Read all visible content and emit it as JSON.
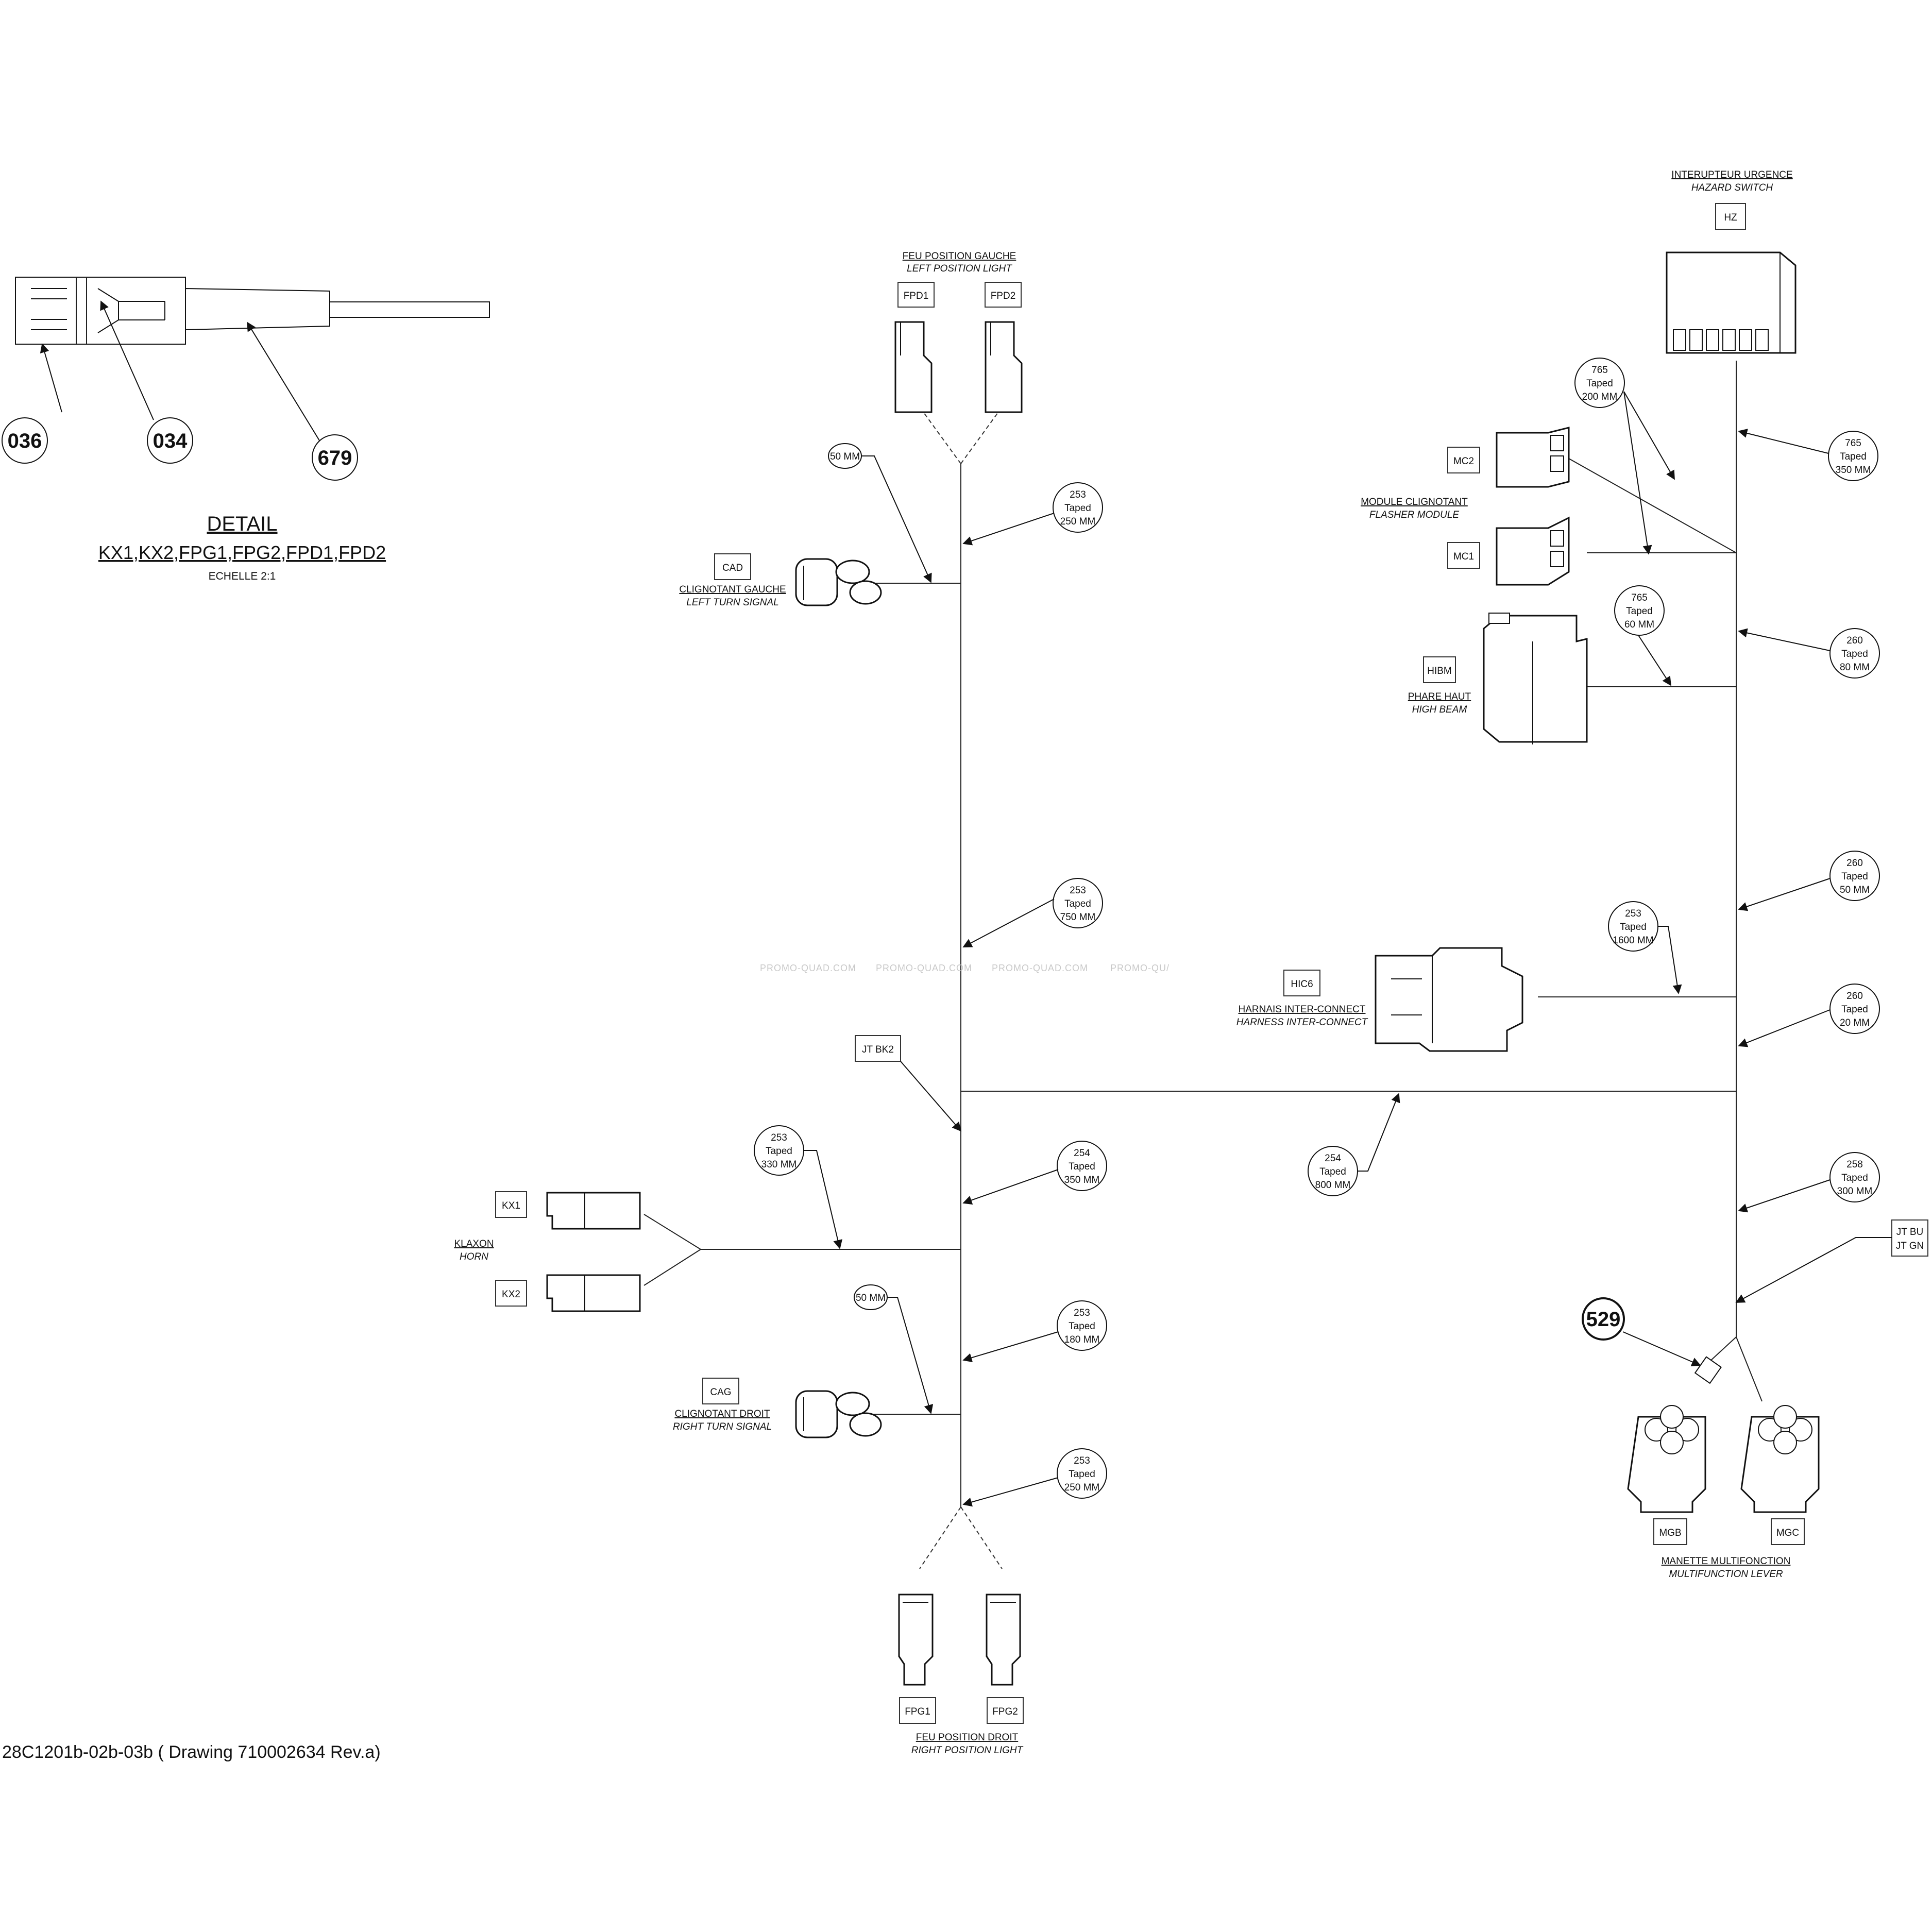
{
  "detail": {
    "title": "DETAIL",
    "items": "KX1,KX2,FPG1,FPG2,FPD1,FPD2",
    "scale": "ECHELLE 2:1",
    "callouts": [
      "036",
      "034",
      "679"
    ]
  },
  "components": {
    "fpd": {
      "title_fr": "FEU POSITION GAUCHE",
      "title_en": "LEFT POSITION LIGHT",
      "id1": "FPD1",
      "id2": "FPD2"
    },
    "cad": {
      "id": "CAD",
      "title_fr": "CLIGNOTANT GAUCHE",
      "title_en": "LEFT TURN SIGNAL"
    },
    "jtbk2": {
      "id": "JT BK2"
    },
    "kx": {
      "id1": "KX1",
      "id2": "KX2",
      "title_fr": "KLAXON",
      "title_en": "HORN"
    },
    "cag": {
      "id": "CAG",
      "title_fr": "CLIGNOTANT DROIT",
      "title_en": "RIGHT TURN SIGNAL"
    },
    "fpg": {
      "id1": "FPG1",
      "id2": "FPG2",
      "title_fr": "FEU POSITION DROIT",
      "title_en": "RIGHT POSITION LIGHT"
    },
    "hz": {
      "title_fr": "INTERUPTEUR URGENCE",
      "title_en": "HAZARD SWITCH",
      "id": "HZ"
    },
    "mc": {
      "id2": "MC2",
      "id1": "MC1",
      "title_fr": "MODULE CLIGNOTANT",
      "title_en": "FLASHER MODULE"
    },
    "hibm": {
      "id": "HIBM",
      "title_fr": "PHARE HAUT",
      "title_en": "HIGH BEAM"
    },
    "hic6": {
      "id": "HIC6",
      "title_fr": "HARNAIS INTER-CONNECT",
      "title_en": "HARNESS INTER-CONNECT"
    },
    "jtbu": {
      "line1": "JT BU",
      "line2": "JT GN"
    },
    "mg": {
      "callout": "529",
      "id_b": "MGB",
      "id_c": "MGC",
      "title_fr": "MANETTE MULTIFONCTION",
      "title_en": "MULTIFUNCTION LEVER"
    }
  },
  "dimensions": {
    "fpd_50": "50 MM",
    "cag_50": "50 MM",
    "l253_250_top": {
      "a": "253",
      "b": "Taped",
      "c": "250 MM"
    },
    "l253_750": {
      "a": "253",
      "b": "Taped",
      "c": "750 MM"
    },
    "l253_330": {
      "a": "253",
      "b": "Taped",
      "c": "330 MM"
    },
    "l254_350": {
      "a": "254",
      "b": "Taped",
      "c": "350 MM"
    },
    "l253_180": {
      "a": "253",
      "b": "Taped",
      "c": "180 MM"
    },
    "l253_250_bot": {
      "a": "253",
      "b": "Taped",
      "c": "250 MM"
    },
    "l254_800": {
      "a": "254",
      "b": "Taped",
      "c": "800 MM"
    },
    "l765_200": {
      "a": "765",
      "b": "Taped",
      "c": "200 MM"
    },
    "l765_350": {
      "a": "765",
      "b": "Taped",
      "c": "350 MM"
    },
    "l765_60": {
      "a": "765",
      "b": "Taped",
      "c": "60 MM"
    },
    "l260_80": {
      "a": "260",
      "b": "Taped",
      "c": "80 MM"
    },
    "l260_50": {
      "a": "260",
      "b": "Taped",
      "c": "50 MM"
    },
    "l253_1600": {
      "a": "253",
      "b": "Taped",
      "c": "1600 MM"
    },
    "l260_20": {
      "a": "260",
      "b": "Taped",
      "c": "20 MM"
    },
    "l258_300": {
      "a": "258",
      "b": "Taped",
      "c": "300 MM"
    }
  },
  "watermark": [
    "PROMO-QUAD.COM",
    "PROMO-QUAD.COM",
    "PROMO-QUAD.COM",
    "PROMO-QU/"
  ],
  "footer": "28C1201b-02b-03b ( Drawing 710002634 Rev.a)"
}
